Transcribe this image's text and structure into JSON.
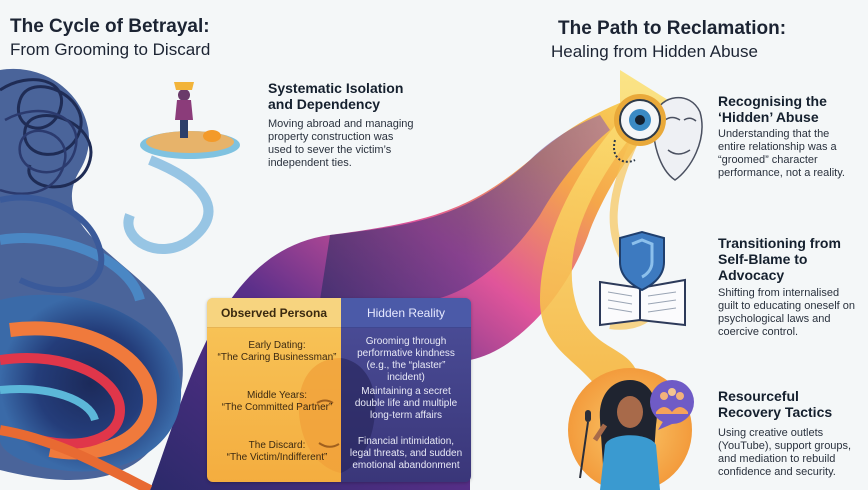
{
  "left_header": {
    "title": "The Cycle of Betrayal:",
    "subtitle": "From Grooming to Discard"
  },
  "right_header": {
    "title": "The Path to Reclamation:",
    "subtitle": "Healing from Hidden Abuse"
  },
  "isolation": {
    "title": "Systematic Isolation and Dependency",
    "body": "Moving abroad and managing property construction was used to sever the victim’s independent ties."
  },
  "persona_table": {
    "left_header": "Observed Persona",
    "right_header": "Hidden Reality",
    "rows": [
      {
        "stage": "Early Dating:",
        "persona": "“The Caring Businessman”",
        "reality": "Grooming through performative kindness (e.g., the “plaster” incident)"
      },
      {
        "stage": "Middle Years:",
        "persona": "“The Committed Partner”",
        "reality": "Maintaining a secret double life and multiple long-term affairs"
      },
      {
        "stage": "The Discard:",
        "persona": "“The Victim/Indifferent”",
        "reality": "Financial intimidation, legal threats, and sudden emotional abandonment"
      }
    ]
  },
  "recognising": {
    "title": "Recognising the ‘Hidden’ Abuse",
    "body": "Understanding that the entire relationship was a “groomed” character performance, not a reality."
  },
  "transitioning": {
    "title": "Transitioning from Self-Blame to Advocacy",
    "body": "Shifting from internalised guilt to educating oneself on psychological laws and coercive control."
  },
  "resourceful": {
    "title": "Resourceful Recovery Tactics",
    "body": "Using creative outlets (YouTube), support groups, and mediation to rebuild confidence and security."
  },
  "colors": {
    "background": "#f4f7f8",
    "persona_column": "#f6b84a",
    "reality_column": "#403d86",
    "path_start": "#4a2a86",
    "path_end": "#f6d24a"
  },
  "icons": [
    "tangled-cycle-swirl",
    "isolated-island-figure",
    "magnifier-eye-mask-icon",
    "shield-book-icon",
    "speaker-microphone-icon",
    "support-group-icon"
  ]
}
